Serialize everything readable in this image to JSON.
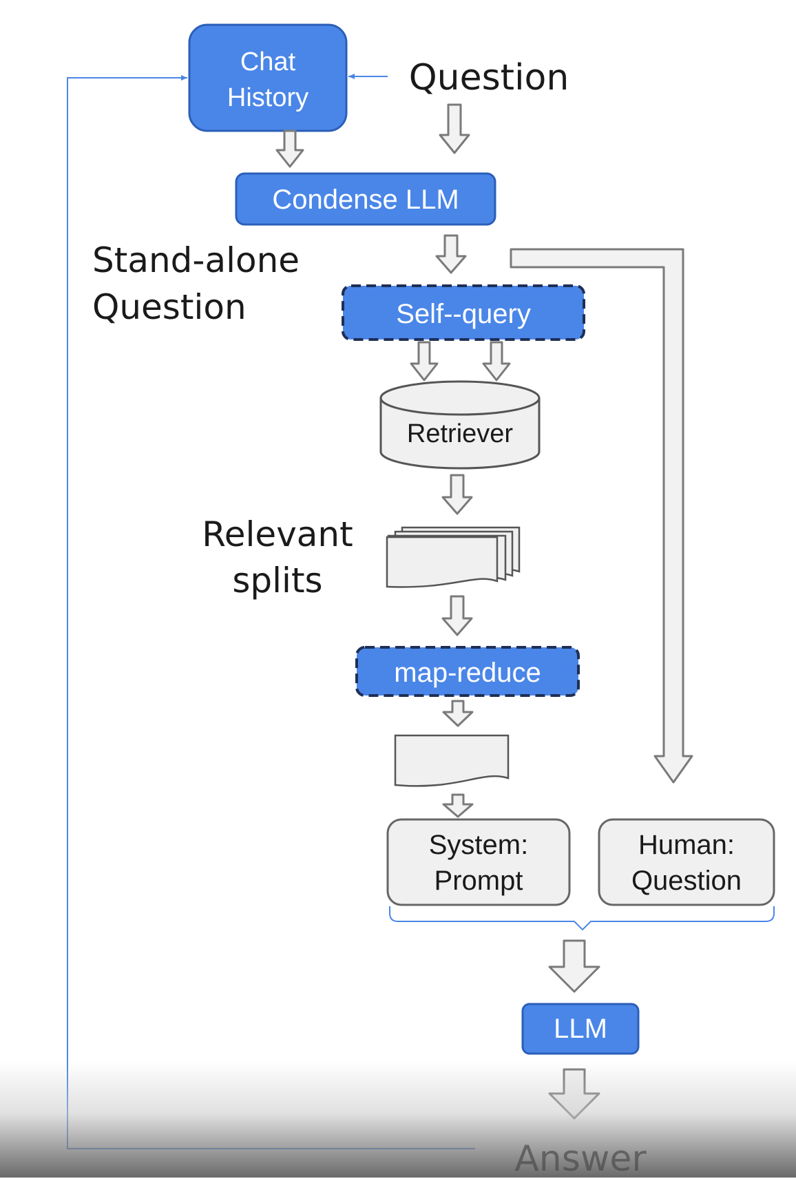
{
  "nodes": {
    "chat_history": [
      "Chat",
      "History"
    ],
    "question": "Question",
    "condense_llm": "Condense LLM",
    "standalone_question": [
      "Stand-alone",
      "Question"
    ],
    "self_query": "Self--query",
    "retriever": "Retriever",
    "relevant_splits": [
      "Relevant",
      "splits"
    ],
    "map_reduce": "map-reduce",
    "system_prompt": [
      "System:",
      "Prompt"
    ],
    "human_question": [
      "Human:",
      "Question"
    ],
    "llm": "LLM",
    "answer": "Answer"
  },
  "colors": {
    "accent_blue": "#4a86e8",
    "box_border_blue": "#2b5fb8",
    "gray_fill": "#f0f0f0",
    "gray_stroke": "#666666",
    "arrow_stroke": "#777777"
  }
}
